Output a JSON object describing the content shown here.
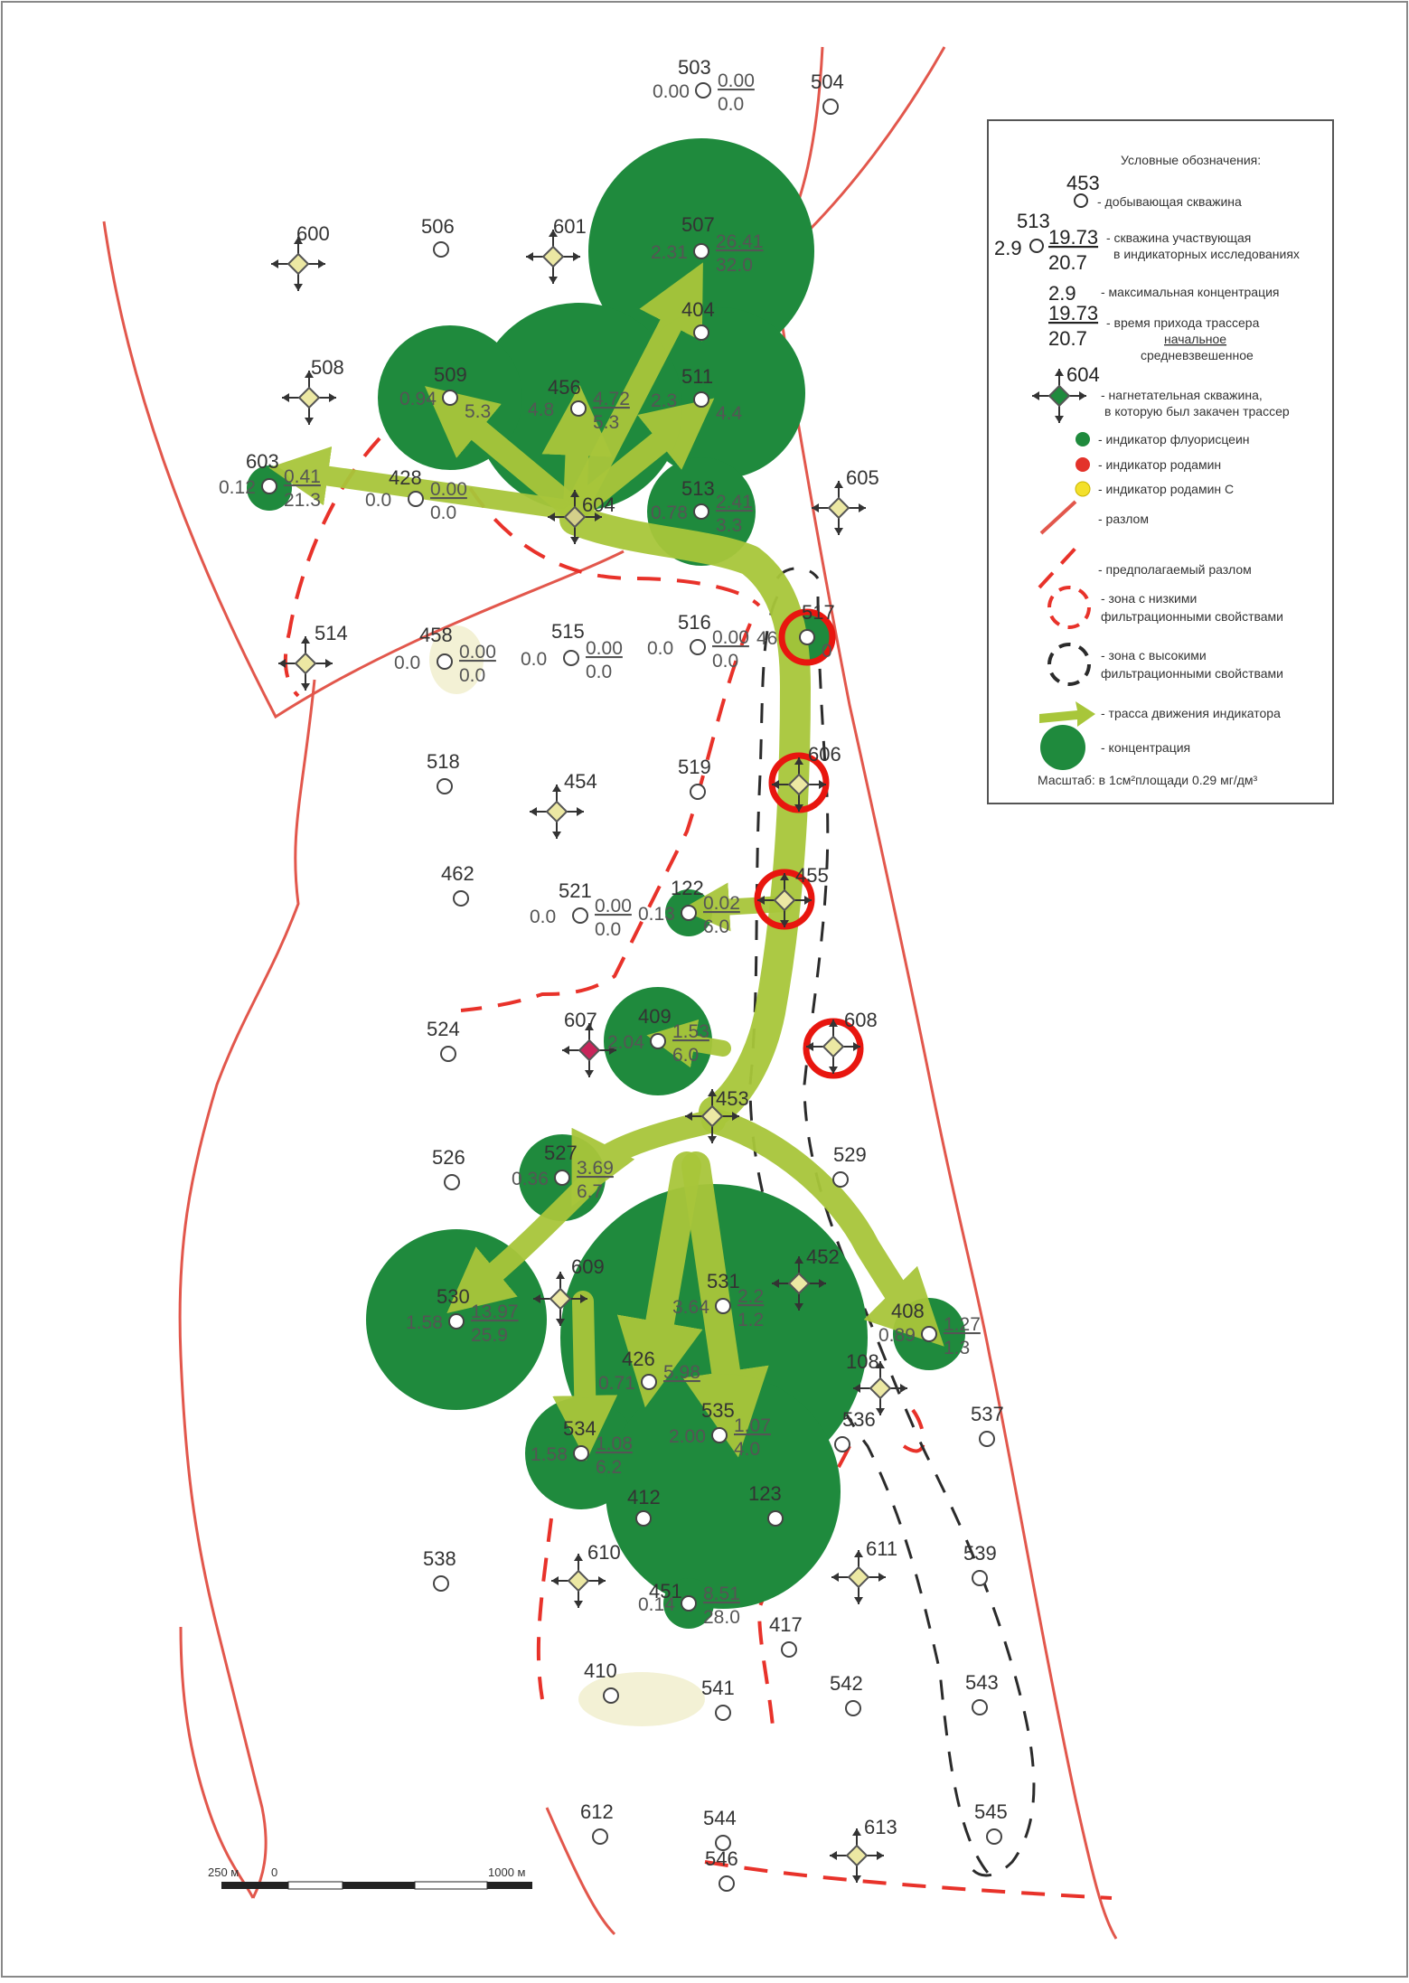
{
  "colors": {
    "fault": "#e2574c",
    "low_zone": "#e8322a",
    "high_zone": "#2b2b2b",
    "tracer_path": "#a8c63a",
    "concentration": "#1f8a3d",
    "ring": "#e8160f",
    "injection_fill": "#ece8a3",
    "pale_patch": "#f3f1d5"
  },
  "legend": {
    "title": "Условные обозначения:",
    "production_well": {
      "number": "453",
      "text": "- добывающая скважина"
    },
    "indicator_well": {
      "number": "513",
      "max_conc": "2.9",
      "arrival": "19.73",
      "average": "20.7",
      "text_1": "- скважина участвующая",
      "text_2": "в индикаторных исследованиях"
    },
    "max_conc_item": {
      "value": "2.9",
      "text": "- максимальная концентрация"
    },
    "arrival_item": {
      "value_1": "19.73",
      "value_2": "20.7",
      "text_1": "- время прихода трассера",
      "text_2": "начальное",
      "text_3": "средневзвешенное"
    },
    "injection_item": {
      "number": "604",
      "text_1": "- нагнетательная скважина,",
      "text_2": "в которую был закачен трассер"
    },
    "fluorescein": "- индикатор флуорисцеин",
    "rhodamine": "- индикатор родамин",
    "rhodamine_c": "- индикатор родамин С",
    "fault": "- разлом",
    "assumed_fault": "- предполагаемый разлом",
    "low_zone_1": "- зона с низкими",
    "low_zone_2": "фильтрационными свойствами",
    "high_zone_1": "- зона с высокими",
    "high_zone_2": "фильтрационными свойствами",
    "route": "- трасса движения индикатора",
    "concentration": "- концентрация",
    "scale": "Масштаб: в 1см²площади 0.29  мг/дм³"
  },
  "scale_bar": {
    "left": "250 м",
    "zero": "0",
    "right": "1000 м"
  },
  "wells": [
    {
      "id": "503",
      "conc": "0.00",
      "a": "0.00",
      "b": "0.0"
    },
    {
      "id": "504"
    },
    {
      "id": "506"
    },
    {
      "id": "507",
      "conc": "2.31",
      "a": "26.41",
      "b": "32.0"
    },
    {
      "id": "404"
    },
    {
      "id": "511",
      "conc": "2.3",
      "b": "4.4"
    },
    {
      "id": "456",
      "conc": "4.8",
      "a": "4.72",
      "b": "5.3"
    },
    {
      "id": "509",
      "conc": "0.94",
      "b": "5.3"
    },
    {
      "id": "508",
      "inj": true
    },
    {
      "id": "600",
      "inj": true
    },
    {
      "id": "601",
      "inj": true
    },
    {
      "id": "603",
      "conc": "0.12",
      "a": "0.41",
      "b": "21.3"
    },
    {
      "id": "428",
      "conc": "0.0",
      "a": "0.00",
      "b": "0.0"
    },
    {
      "id": "604",
      "inj": true,
      "main": true
    },
    {
      "id": "513",
      "conc": "0.78",
      "a": "2.41",
      "b": "3.3"
    },
    {
      "id": "605",
      "inj": true
    },
    {
      "id": "514",
      "inj": true
    },
    {
      "id": "458",
      "conc": "0.0",
      "a": "0.00",
      "b": "0.0"
    },
    {
      "id": "515",
      "conc": "0.0",
      "a": "0.00",
      "b": "0.0"
    },
    {
      "id": "516",
      "conc": "0.0",
      "a": "0.00",
      "b": "0.0"
    },
    {
      "id": "517",
      "conc": "46",
      "b": "0"
    },
    {
      "id": "518"
    },
    {
      "id": "454",
      "inj": true
    },
    {
      "id": "519"
    },
    {
      "id": "606",
      "inj": true
    },
    {
      "id": "462"
    },
    {
      "id": "521",
      "conc": "0.0",
      "a": "0.00",
      "b": "0.0"
    },
    {
      "id": "122",
      "conc": "0.13",
      "a": "0.02",
      "b": "6.0"
    },
    {
      "id": "455",
      "inj": true
    },
    {
      "id": "524"
    },
    {
      "id": "607",
      "inj": true,
      "red": true
    },
    {
      "id": "409",
      "conc": "2.04",
      "a": "1.53",
      "b": "6.0"
    },
    {
      "id": "608",
      "inj": true
    },
    {
      "id": "453",
      "inj": true
    },
    {
      "id": "526"
    },
    {
      "id": "527",
      "conc": "0.36",
      "a": "3.69",
      "b": "6.7"
    },
    {
      "id": "529"
    },
    {
      "id": "530",
      "conc": "1.58",
      "a": "13.97",
      "b": "25.9"
    },
    {
      "id": "609",
      "inj": true
    },
    {
      "id": "531",
      "conc": "3.64",
      "a": "2.2",
      "b": "1.2"
    },
    {
      "id": "452",
      "inj": true
    },
    {
      "id": "408",
      "conc": "0.89",
      "a": "1.27",
      "b": "1.3"
    },
    {
      "id": "426",
      "conc": "0.71",
      "a": "5.98"
    },
    {
      "id": "108",
      "inj": true
    },
    {
      "id": "535",
      "conc": "2.00",
      "a": "1.07",
      "b": "4.0"
    },
    {
      "id": "536"
    },
    {
      "id": "537"
    },
    {
      "id": "534",
      "conc": "1.58",
      "a": "1.08",
      "b": "6.2"
    },
    {
      "id": "412"
    },
    {
      "id": "123"
    },
    {
      "id": "538"
    },
    {
      "id": "610",
      "inj": true
    },
    {
      "id": "451",
      "conc": "0.14",
      "a": "8.51",
      "b": "28.0"
    },
    {
      "id": "611",
      "inj": true
    },
    {
      "id": "539"
    },
    {
      "id": "417"
    },
    {
      "id": "410"
    },
    {
      "id": "541"
    },
    {
      "id": "542"
    },
    {
      "id": "543"
    },
    {
      "id": "612"
    },
    {
      "id": "544"
    },
    {
      "id": "613",
      "inj": true
    },
    {
      "id": "545"
    },
    {
      "id": "546"
    }
  ]
}
